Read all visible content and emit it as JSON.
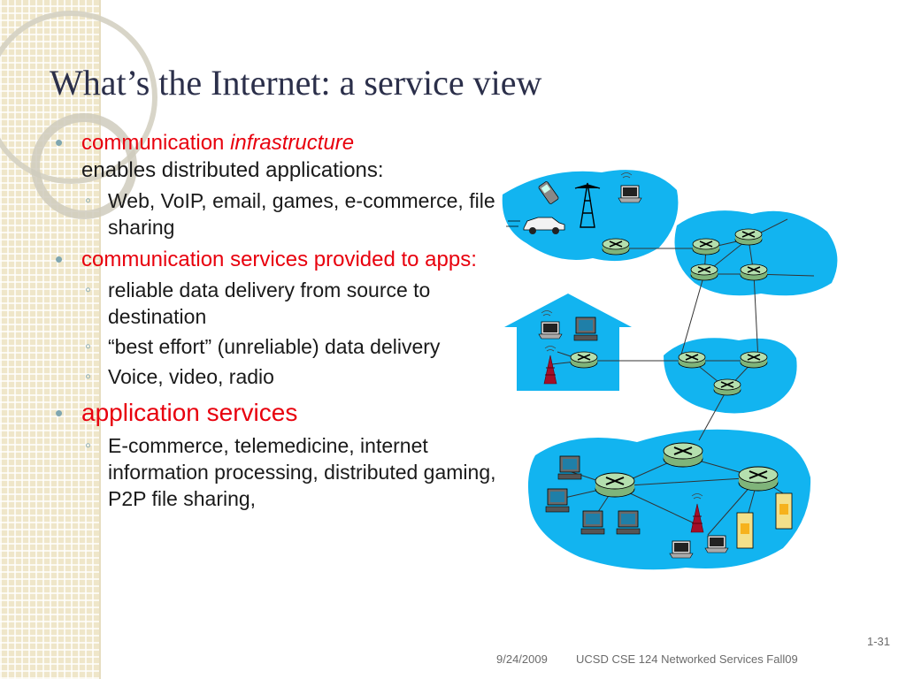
{
  "slide": {
    "title": "What’s the Internet: a service view",
    "bullets": [
      {
        "pre": "communication ",
        "italic": "infrastructure",
        "rest": "enables distributed applications:",
        "sub": [
          "Web, VoIP, email, games, e-commerce, file sharing"
        ]
      },
      {
        "text": "communication services provided to apps:",
        "sub": [
          "reliable data delivery from source to destination",
          "“best effort” (unreliable) data delivery",
          "Voice, video, radio"
        ]
      },
      {
        "text": "application services",
        "sub": [
          "E-commerce,  telemedicine, internet information processing, distributed gaming, P2P file sharing,"
        ]
      }
    ]
  },
  "colors": {
    "accent_red": "#e8000d",
    "title": "#2b2f4a",
    "cloud_blue": "#12b4f0",
    "router_green": "#a6d8a0"
  },
  "footer": {
    "date": "9/24/2009",
    "course": "UCSD CSE 124 Networked Services Fall09",
    "page": "1-31"
  },
  "diagram": {
    "icons": [
      "cell-phone-icon",
      "car-icon",
      "cell-tower-icon",
      "laptop-icon",
      "desktop-computer-icon",
      "server-icon",
      "router-icon",
      "house-icon"
    ]
  }
}
